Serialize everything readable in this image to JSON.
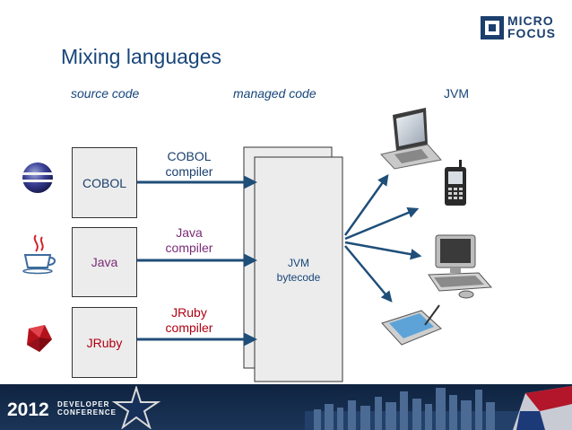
{
  "header": {
    "title": "Mixing languages",
    "logo_text_line1": "MICRO",
    "logo_text_line2": "FOCUS"
  },
  "columns": {
    "source": "source code",
    "managed": "managed code",
    "runtime": "JVM"
  },
  "languages": [
    {
      "label": "COBOL",
      "compiler_line1": "COBOL",
      "compiler_line2": "compiler",
      "color": "#1a3f6e",
      "icon": "eclipse-sphere-icon"
    },
    {
      "label": "Java",
      "compiler_line1": "Java",
      "compiler_line2": "compiler",
      "color": "#7a2c76",
      "icon": "java-cup-icon"
    },
    {
      "label": "JRuby",
      "compiler_line1": "JRuby",
      "compiler_line2": "compiler",
      "color": "#b00012",
      "icon": "ruby-gem-icon"
    }
  ],
  "bytecode": {
    "line1": "JVM",
    "line2": "bytecode"
  },
  "targets": [
    "laptop-icon",
    "mobile-phone-icon",
    "desktop-computer-icon",
    "tablet-icon"
  ],
  "footer": {
    "year": "2012",
    "line1": "DEVELOPER",
    "line2": "CONFERENCE"
  },
  "colors": {
    "title_blue": "#17457a",
    "arrow_blue": "#1f4e79",
    "box_fill": "#ececec",
    "footer_bg": "#0f2340"
  }
}
